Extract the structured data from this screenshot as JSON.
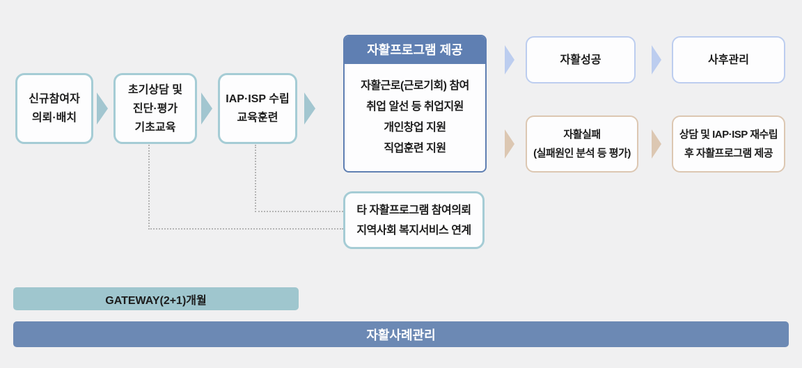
{
  "colors": {
    "background": "#f0f0f1",
    "teal_border": "#a5ccd5",
    "teal_arrow": "#a2c6d0",
    "periwinkle": "#bccdef",
    "tan": "#dcc7b2",
    "slate_blue": "#5f7fb2",
    "bar_blue": "#6c89b4",
    "bar_teal": "#9fc6ce",
    "dotted_gray": "#b4b4b4",
    "text_dark": "#1c1c1c"
  },
  "boxes": {
    "step1": {
      "line1": "신규참여자",
      "line2": "의뢰·배치"
    },
    "step2": {
      "line1": "초기상담 및",
      "line2": "진단·평가",
      "line3": "기초교육"
    },
    "step3": {
      "line1": "IAP·ISP 수립",
      "line2": "교육훈련"
    },
    "program": {
      "title": "자활프로그램 제공",
      "line1": "자활근로(근로기회) 참여",
      "line2": "취업 알선 등 취업지원",
      "line3": "개인창업 지원",
      "line4": "직업훈련 지원"
    },
    "success": {
      "line1": "자활성공"
    },
    "aftercare": {
      "line1": "사후관리"
    },
    "failure": {
      "line1": "자활실패",
      "line2": "(실패원인 분석 등 평가)"
    },
    "reestablish": {
      "line1": "상담 및 IAP·ISP 재수립",
      "line2": "후 자활프로그램 제공"
    },
    "referral": {
      "line1": "타 자활프로그램 참여의뢰",
      "line2": "지역사회 복지서비스 연계"
    }
  },
  "bars": {
    "gateway": "GATEWAY(2+1)개월",
    "case_management": "자활사례관리"
  }
}
